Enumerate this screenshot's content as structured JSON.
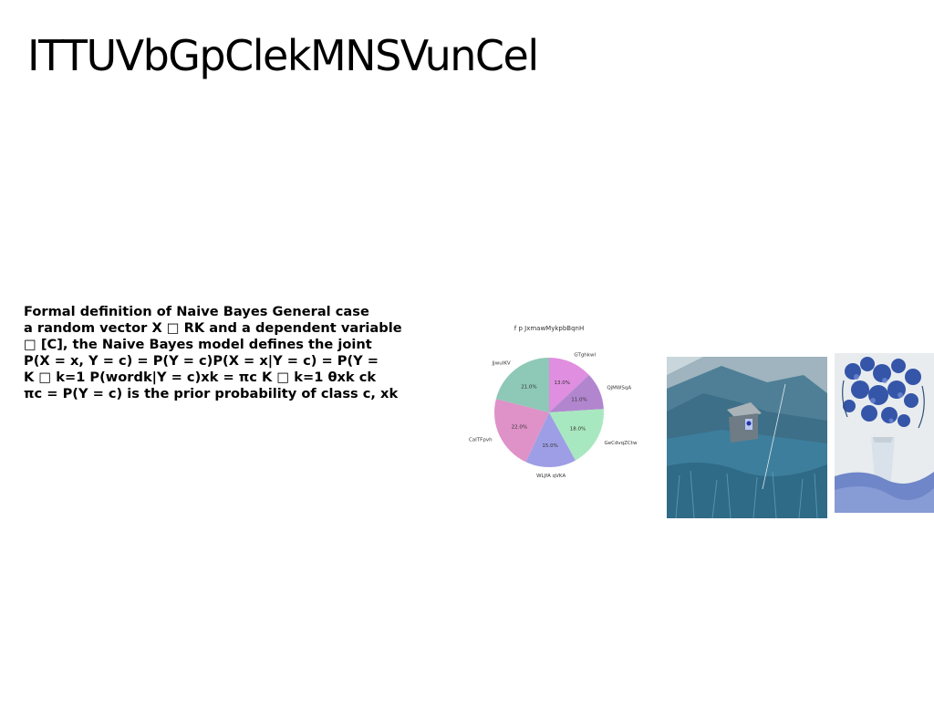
{
  "slide": {
    "title": "ITTUVbGpClekMNSVunCel",
    "body_lines": [
      "Formal definition of Naive Bayes General case",
      "a random vector X □ RK and a dependent variable",
      "□ [C], the Naive Bayes model defines the joint",
      "P(X = x, Y = c) = P(Y = c)P(X = x|Y = c) = P(Y =",
      "K □ k=1 P(wordk|Y = c)xk = πc K □ k=1 θxk ck",
      "πc = P(Y = c) is the prior probability of class c, xk"
    ]
  },
  "chart_data": {
    "type": "pie",
    "title": "f p JxmawMykpbBqnH",
    "slices": [
      {
        "label": "GTghkwl",
        "value": 13.0,
        "pct_label": "13.0%",
        "color": "#e08ee0"
      },
      {
        "label": "QjMWSqA",
        "value": 11.0,
        "pct_label": "11.0%",
        "color": "#b286cf"
      },
      {
        "label": "GeCdvqZCtw",
        "value": 18.0,
        "pct_label": "18.0%",
        "color": "#a8e8c0"
      },
      {
        "label": "WLJfA qVKA",
        "value": 15.0,
        "pct_label": "15.0%",
        "color": "#9e9ee6"
      },
      {
        "label": "CaITFpvh",
        "value": 22.0,
        "pct_label": "22.0%",
        "color": "#de92c8"
      },
      {
        "label": "JjwuIKV",
        "value": 21.0,
        "pct_label": "21.0%",
        "color": "#8ec8b6"
      }
    ],
    "start_angle_deg": 90,
    "direction": "clockwise",
    "legend": "none"
  },
  "images": {
    "hut": {
      "palette": {
        "sky": "#c9d7dc",
        "mountain": "#4f7f96",
        "grass": "#3d7e9c",
        "hut": "#6f7c85"
      }
    },
    "flowers": {
      "palette": {
        "bg": "#e8ecef",
        "bloom": "#3555a8",
        "vase": "#d9e2ea",
        "cloth": "#6f86c8"
      }
    }
  }
}
